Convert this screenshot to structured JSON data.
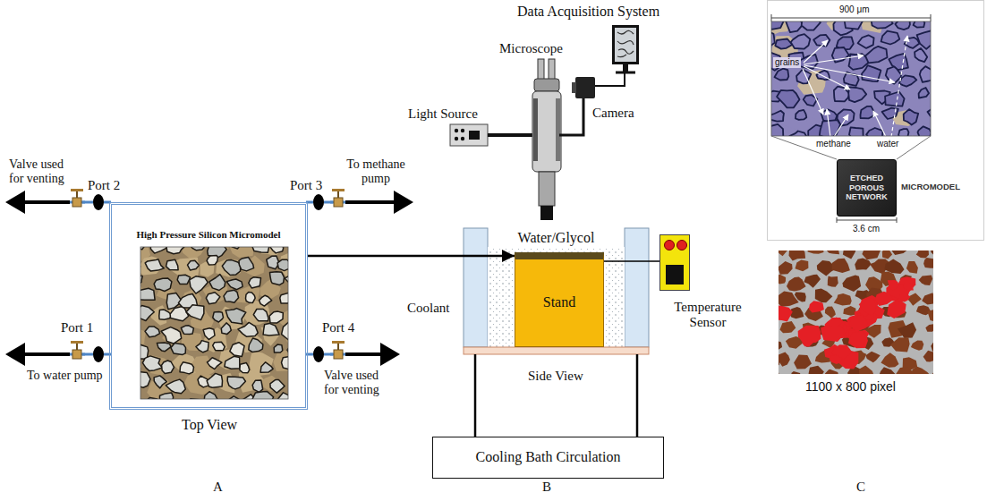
{
  "diagram": {
    "nodes": [
      {
        "text": [
          "High Pressure Silicon Micromodel"
        ]
      },
      {
        "text": [
          "Water/Glycol"
        ]
      },
      {
        "text": [
          "Stand"
        ],
        "in": 1
      },
      {
        "text": [
          "Temperature Sensor"
        ]
      },
      {
        "text": [
          "Cooling Bath Circulation"
        ]
      },
      {
        "text": [
          "ETCHED POROUS NETWORK"
        ]
      }
    ],
    "edges": [
      {
        "from": 0,
        "to": 2,
        "arrow": "to"
      },
      {
        "from": 2,
        "to": 3,
        "arrow": "none"
      },
      {
        "from": 1,
        "to": 4,
        "arrow": "none"
      },
      {
        "from": 1,
        "to": 4,
        "arrow": "none"
      }
    ],
    "labels": [
      "Data Acquisition System",
      "Microscope",
      "Light Source",
      "Camera",
      "Valve used for venting",
      "Port 2",
      "Port 3",
      "To methane pump",
      "Coolant",
      "Side View",
      "Port 1",
      "Port 4",
      "To water pump",
      "Valve used for venting",
      "Top View",
      "A",
      "B",
      "900 μm",
      "grains",
      "methane",
      "water",
      "MICROMODEL",
      "3.6 cm",
      "1100 x 800 pixel",
      "C"
    ]
  }
}
